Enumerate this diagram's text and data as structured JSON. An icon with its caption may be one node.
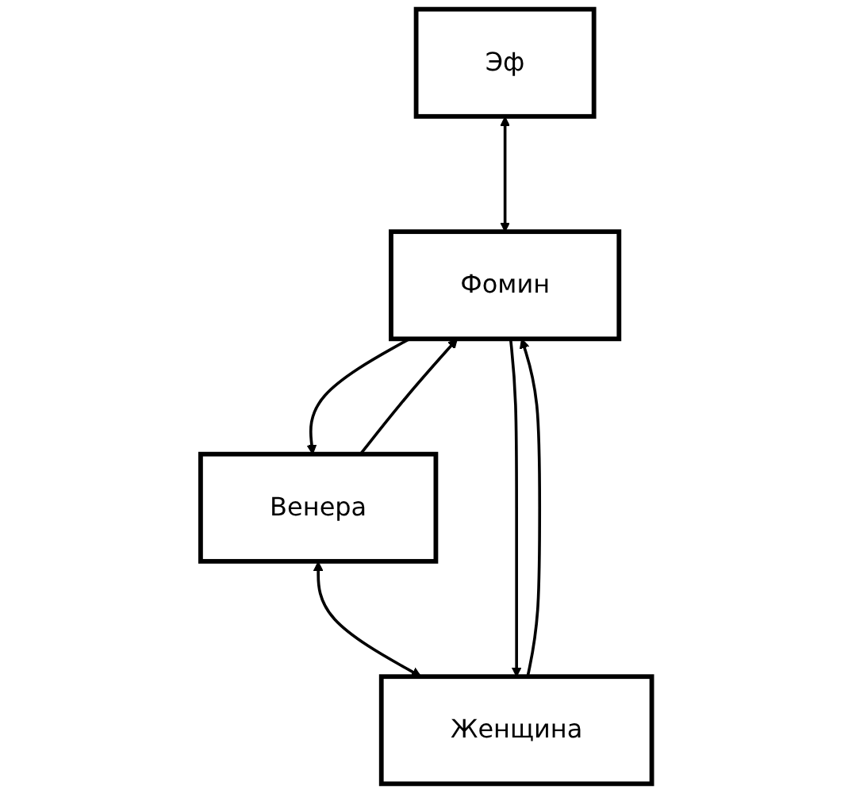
{
  "diagram": {
    "nodes": [
      {
        "text": [
          "Эф"
        ]
      },
      {
        "text": [
          "Венера"
        ]
      },
      {
        "text": [
          "Фомин"
        ]
      },
      {
        "text": [
          "Женщина"
        ]
      }
    ],
    "edges": [
      {
        "from": 0,
        "to": 2,
        "arrow": "both"
      },
      {
        "from": 2,
        "to": 1,
        "arrow": "to"
      },
      {
        "from": 1,
        "to": 2,
        "arrow": "to"
      },
      {
        "from": 1,
        "to": 3,
        "arrow": "both"
      },
      {
        "from": 2,
        "to": 3,
        "arrow": "to"
      },
      {
        "from": 3,
        "to": 2,
        "arrow": "to"
      }
    ]
  }
}
